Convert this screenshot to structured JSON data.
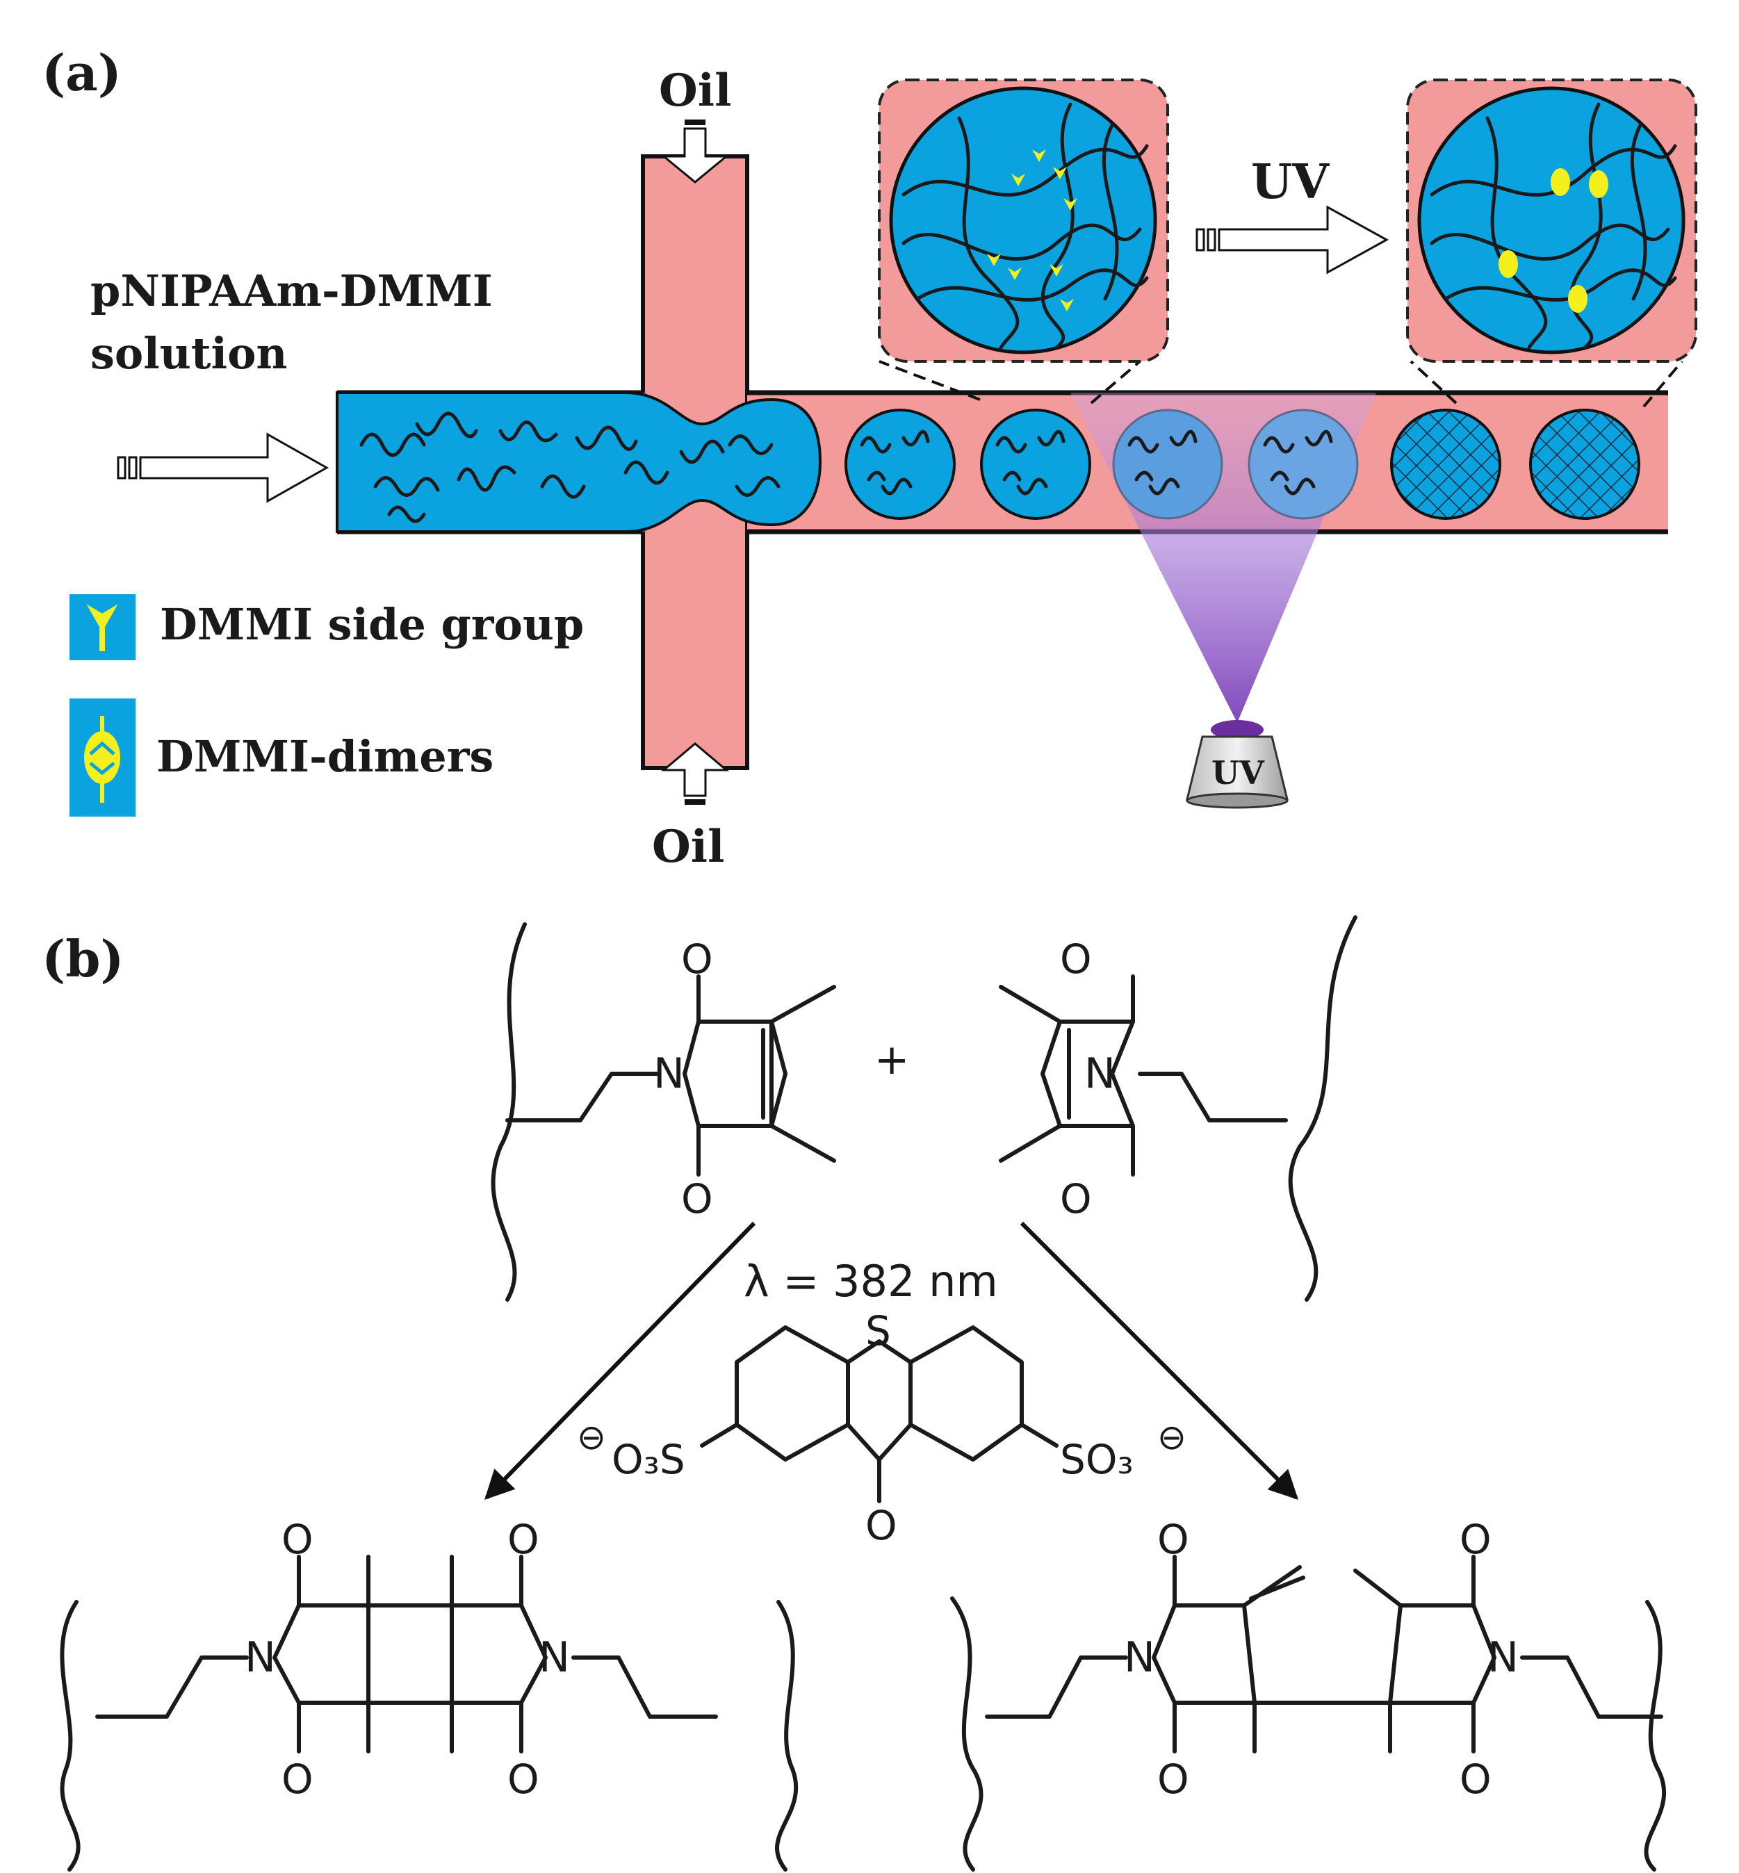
{
  "panel_a": {
    "label": "(a)",
    "oil_top": "Oil",
    "oil_bottom": "Oil",
    "solution_label_line1": "pNIPAAm-DMMI",
    "solution_label_line2": "solution",
    "uv_arrow_label": "UV",
    "uv_lamp_label": "UV",
    "legend": [
      {
        "label": "DMMI side group",
        "icon": "dmmi-side-group-icon"
      },
      {
        "label": "DMMI-dimers",
        "icon": "dmmi-dimer-icon"
      }
    ],
    "colors": {
      "oil": "#f39b9b",
      "aqueous": "#0aa3e0",
      "dmmi": "#f4f01e",
      "uv_light": "#9b6bd0"
    }
  },
  "panel_b": {
    "label": "(b)",
    "plus": "+",
    "N": "N",
    "O": "O",
    "S": "S",
    "wavelength": "λ = 382 nm",
    "sulfonate_left_charge": "⊖",
    "sulfonate_left_text": "O₃S",
    "sulfonate_right_text": "SO₃",
    "sulfonate_right_charge": "⊖"
  }
}
